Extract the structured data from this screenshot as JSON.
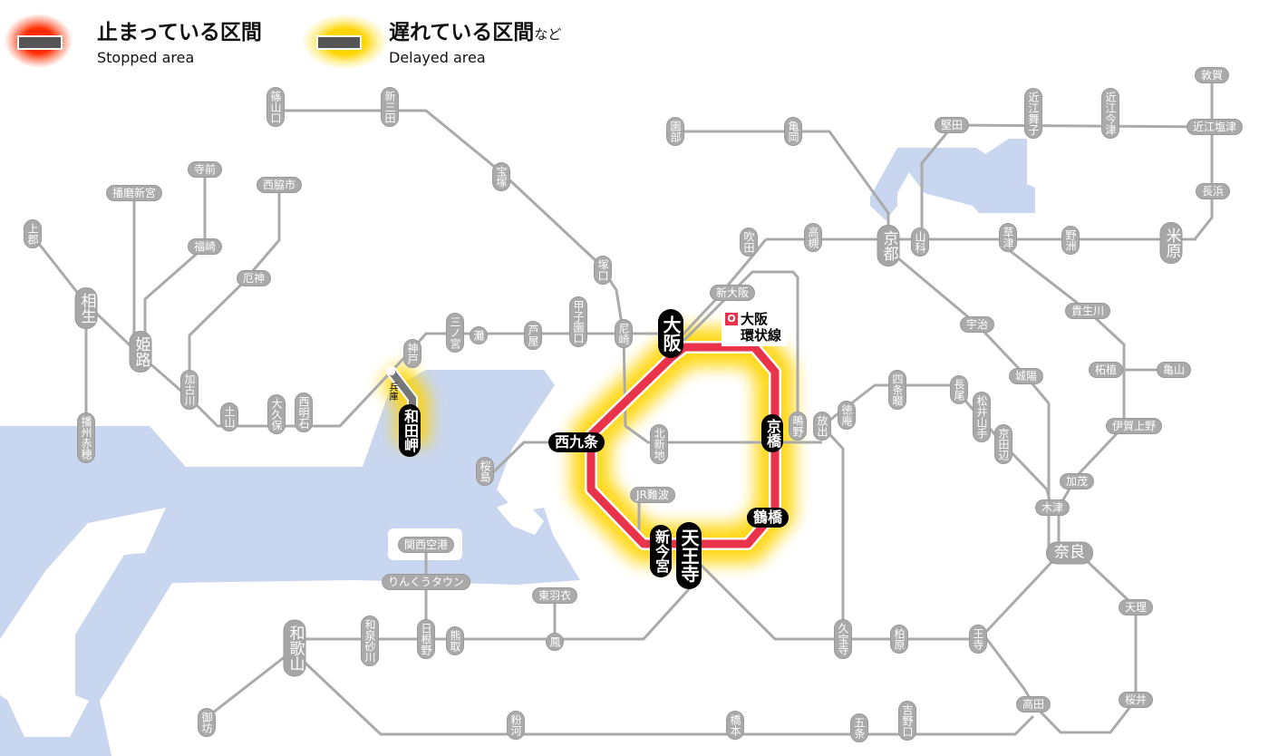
{
  "legend": {
    "stopped": {
      "ja": "止まっている区間",
      "en": "Stopped area",
      "color": "#ff2a00"
    },
    "delayed": {
      "ja": "遅れている区間",
      "ja_suffix": "など",
      "en": "Delayed area",
      "color": "#ffd400"
    }
  },
  "colors": {
    "line": "#aaaaaa",
    "loop": "#e8334a",
    "water": "#c9d6ef",
    "delay_glow": "#ffd400"
  },
  "loop_label": {
    "icon": "O",
    "line1": "大阪",
    "line2": "環状線"
  },
  "stations": [
    {
      "name": "篠山口"
    },
    {
      "name": "新三田"
    },
    {
      "name": "宝塚"
    },
    {
      "name": "塚口"
    },
    {
      "name": "園部"
    },
    {
      "name": "亀岡"
    },
    {
      "name": "堅田"
    },
    {
      "name": "近江舞子"
    },
    {
      "name": "近江今津"
    },
    {
      "name": "敦賀"
    },
    {
      "name": "近江塩津"
    },
    {
      "name": "長浜"
    },
    {
      "name": "米原"
    },
    {
      "name": "野洲"
    },
    {
      "name": "草津"
    },
    {
      "name": "山科"
    },
    {
      "name": "京都"
    },
    {
      "name": "高槻"
    },
    {
      "name": "吹田"
    },
    {
      "name": "新大阪"
    },
    {
      "name": "大阪"
    },
    {
      "name": "尼崎"
    },
    {
      "name": "甲子園口"
    },
    {
      "name": "芦屋"
    },
    {
      "name": "灘"
    },
    {
      "name": "三ノ宮"
    },
    {
      "name": "神戸"
    },
    {
      "name": "兵庫"
    },
    {
      "name": "和田岬"
    },
    {
      "name": "西明石"
    },
    {
      "name": "大久保"
    },
    {
      "name": "土山"
    },
    {
      "name": "加古川"
    },
    {
      "name": "厄神"
    },
    {
      "name": "西脇市"
    },
    {
      "name": "寺前"
    },
    {
      "name": "福崎"
    },
    {
      "name": "播磨新宮"
    },
    {
      "name": "上郡"
    },
    {
      "name": "相生"
    },
    {
      "name": "姫路"
    },
    {
      "name": "播州赤穂"
    },
    {
      "name": "桜島"
    },
    {
      "name": "西九条"
    },
    {
      "name": "北新地"
    },
    {
      "name": "京橋"
    },
    {
      "name": "鴫野"
    },
    {
      "name": "放出"
    },
    {
      "name": "徳庵"
    },
    {
      "name": "四条畷"
    },
    {
      "name": "長尾"
    },
    {
      "name": "松井山手"
    },
    {
      "name": "京田辺"
    },
    {
      "name": "宇治"
    },
    {
      "name": "城陽"
    },
    {
      "name": "貴生川"
    },
    {
      "name": "柘植"
    },
    {
      "name": "亀山"
    },
    {
      "name": "伊賀上野"
    },
    {
      "name": "加茂"
    },
    {
      "name": "木津"
    },
    {
      "name": "奈良"
    },
    {
      "name": "天理"
    },
    {
      "name": "桜井"
    },
    {
      "name": "王寺"
    },
    {
      "name": "柏原"
    },
    {
      "name": "久宝寺"
    },
    {
      "name": "高田"
    },
    {
      "name": "吉野口"
    },
    {
      "name": "五条"
    },
    {
      "name": "橋本"
    },
    {
      "name": "粉河"
    },
    {
      "name": "御坊"
    },
    {
      "name": "和歌山"
    },
    {
      "name": "和泉砂川"
    },
    {
      "name": "日根野"
    },
    {
      "name": "熊取"
    },
    {
      "name": "鳳"
    },
    {
      "name": "東羽衣"
    },
    {
      "name": "りんくうタウン"
    },
    {
      "name": "関西空港"
    },
    {
      "name": "JR難波"
    },
    {
      "name": "新今宮"
    },
    {
      "name": "天王寺"
    },
    {
      "name": "鶴橋"
    }
  ]
}
